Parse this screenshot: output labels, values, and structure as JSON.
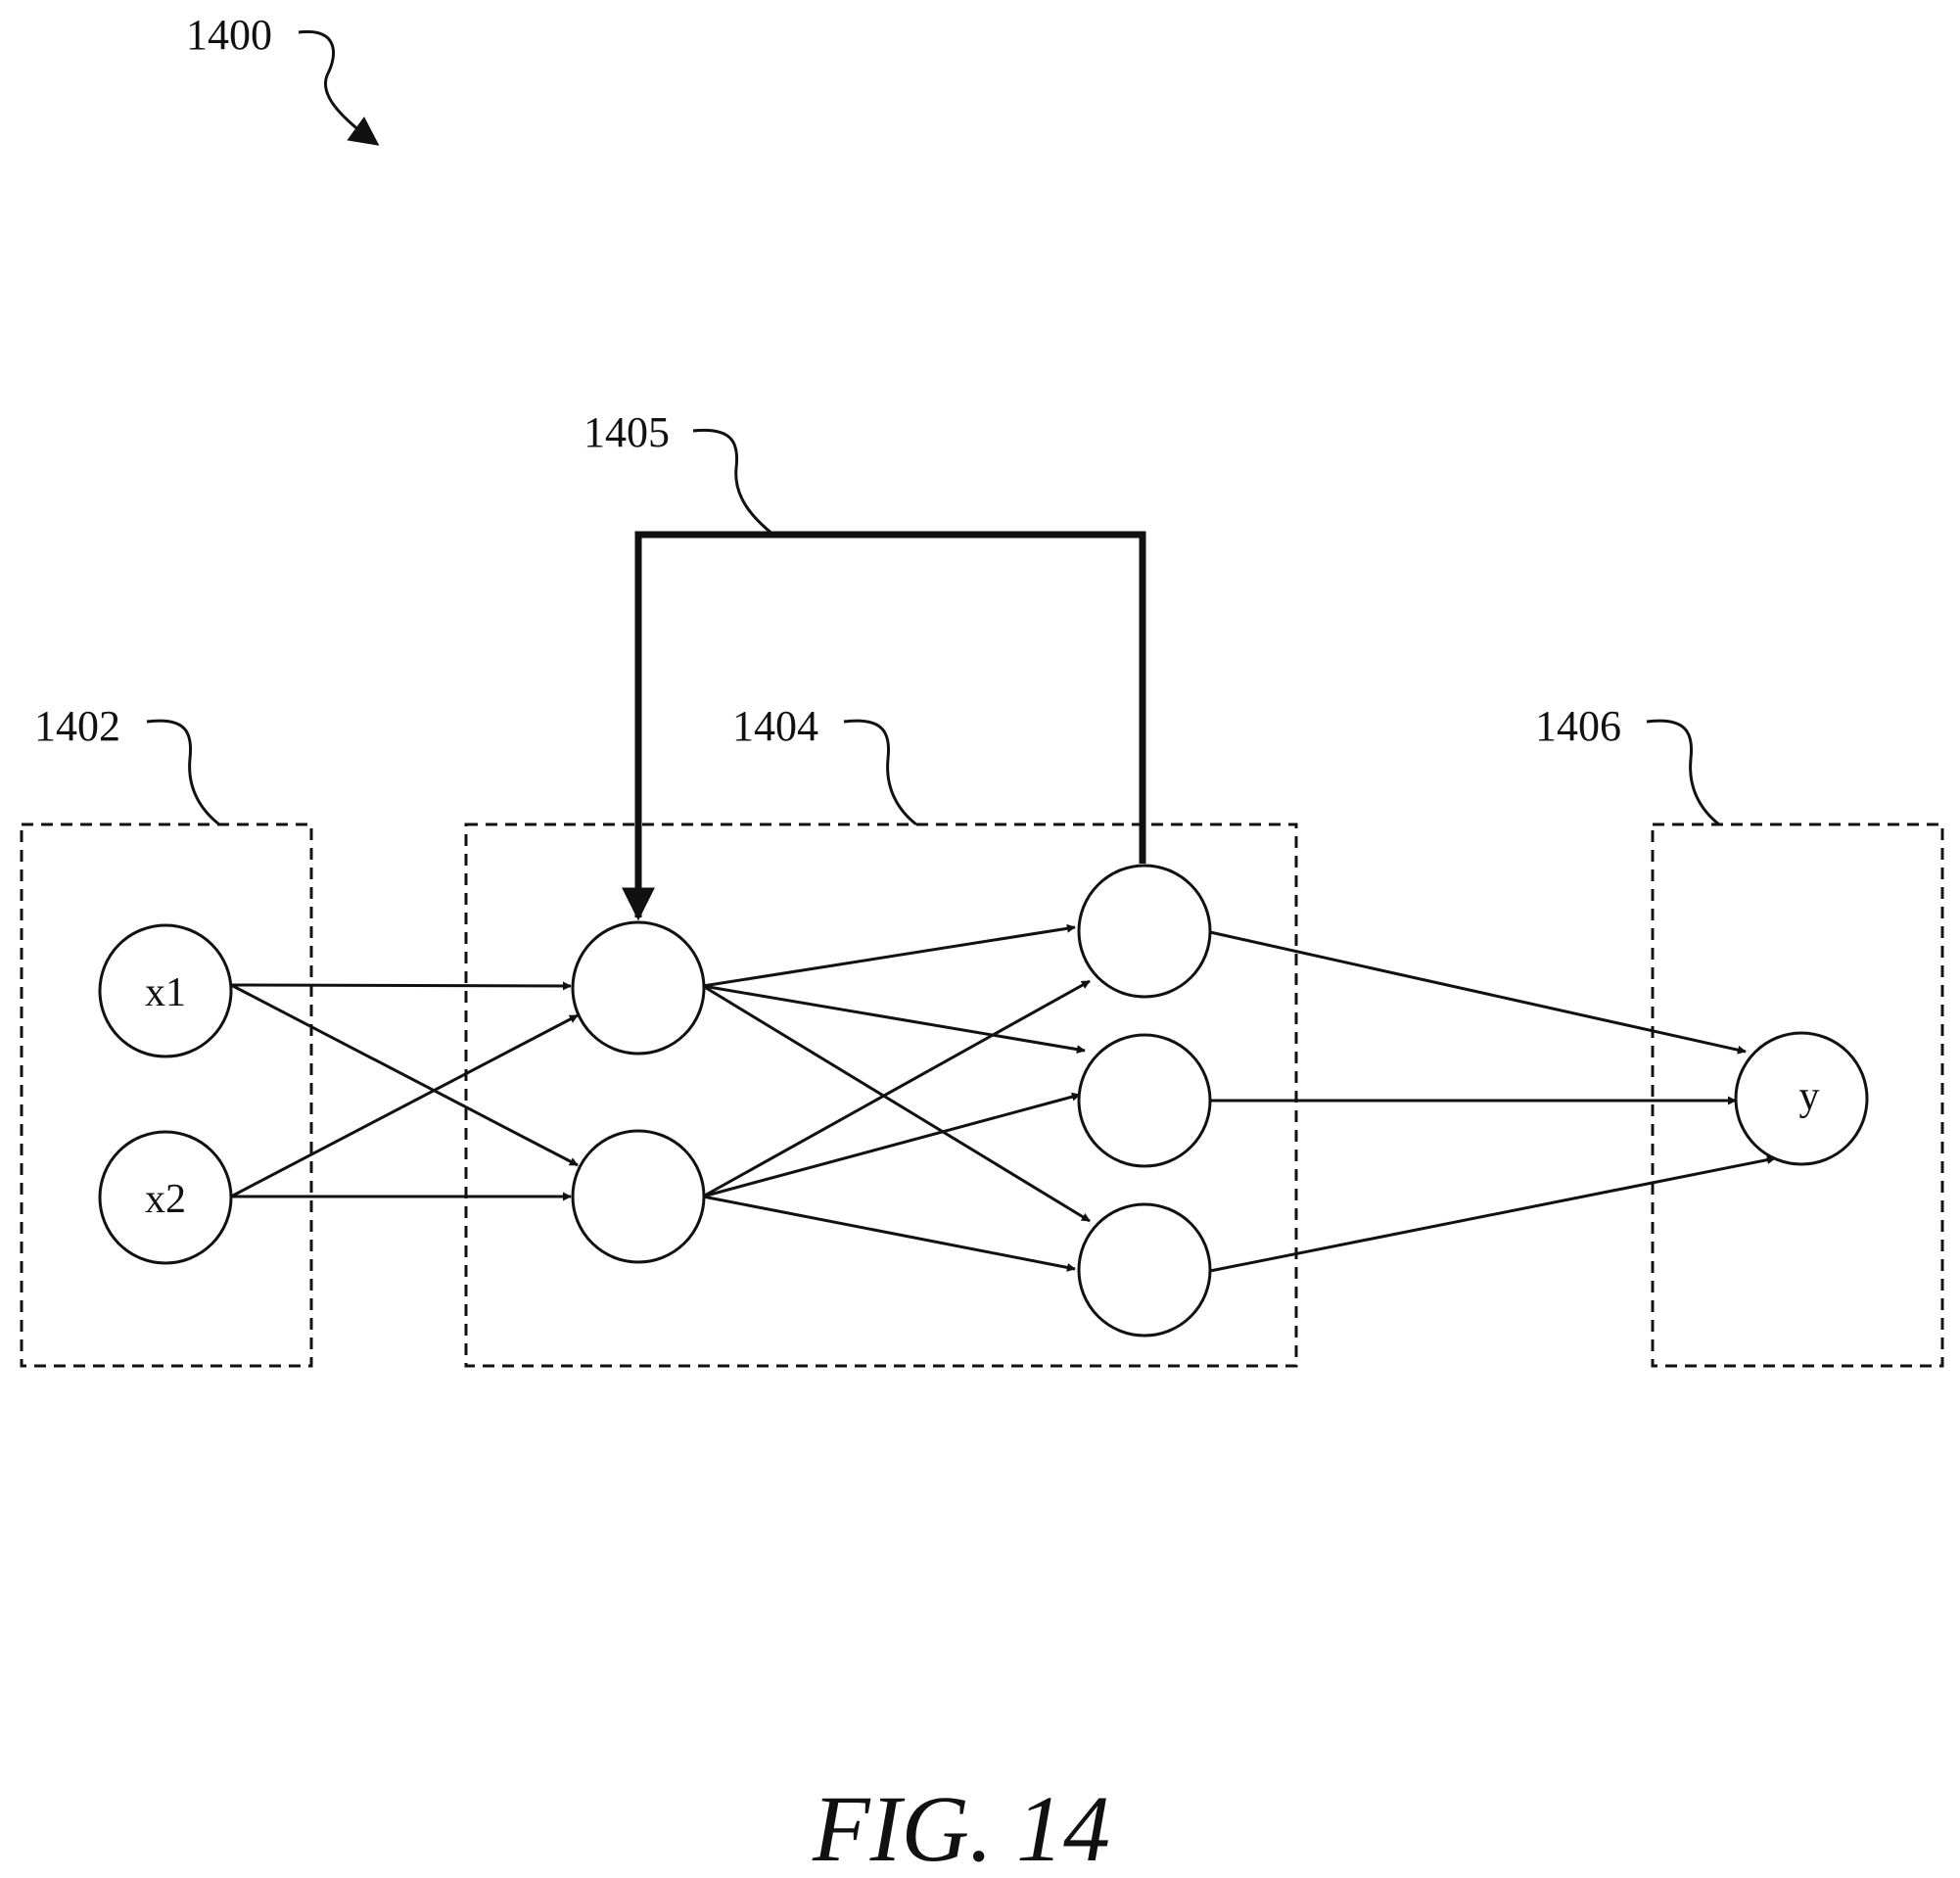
{
  "figure": {
    "main_reference": "1400",
    "caption": "FIG. 14"
  },
  "layers": [
    {
      "id": "input",
      "reference": "1402",
      "nodes": [
        "x1",
        "x2"
      ]
    },
    {
      "id": "hidden",
      "reference": "1404",
      "nodes": [
        "",
        "",
        "",
        "",
        ""
      ]
    },
    {
      "id": "output",
      "reference": "1406",
      "nodes": [
        "y"
      ]
    }
  ],
  "feedback": {
    "reference": "1405"
  },
  "colors": {
    "line": "#111111",
    "background": "#ffffff"
  }
}
